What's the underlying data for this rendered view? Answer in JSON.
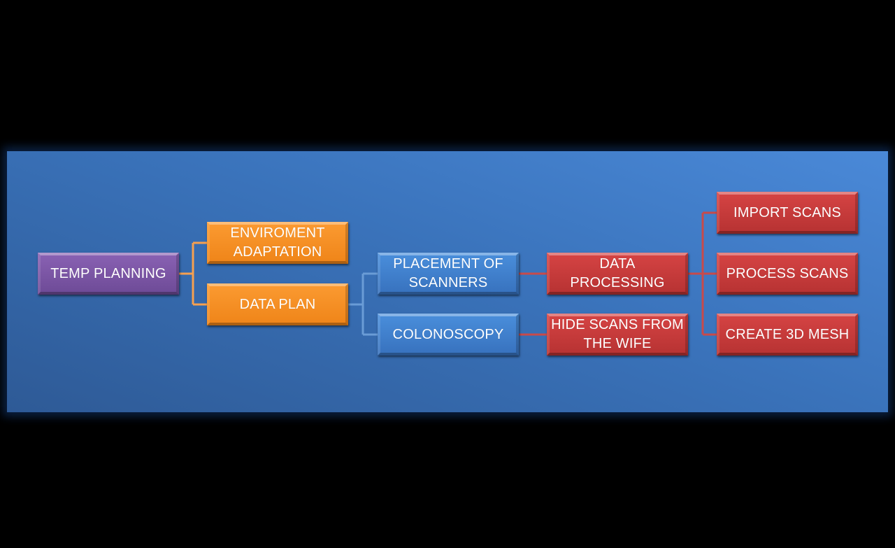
{
  "diagram": {
    "type": "hierarchy",
    "colors": {
      "background": "#000000",
      "panel": "#3a73bb",
      "level_1": "#7a55a6",
      "level_2": "#f58d23",
      "level_3": "#4080cc",
      "level_4": "#c43a3a",
      "connector_orange": "#f5a050",
      "connector_blue": "#6a9cd6",
      "connector_red": "#c84a4a"
    },
    "nodes": {
      "temp_planning": "TEMP PLANNING",
      "enviroment_adaptation": "ENVIROMENT ADAPTATION",
      "data_plan": "DATA PLAN",
      "placement_of_scanners": "PLACEMENT OF SCANNERS",
      "colonoscopy": "COLONOSCOPY",
      "data_processing": "DATA PROCESSING",
      "hide_scans": "HIDE SCANS FROM THE WIFE",
      "import_scans": "IMPORT SCANS",
      "process_scans": "PROCESS SCANS",
      "create_3d_mesh": "CREATE 3D MESH"
    },
    "edges": [
      [
        "temp_planning",
        "enviroment_adaptation"
      ],
      [
        "temp_planning",
        "data_plan"
      ],
      [
        "data_plan",
        "placement_of_scanners"
      ],
      [
        "data_plan",
        "colonoscopy"
      ],
      [
        "placement_of_scanners",
        "data_processing"
      ],
      [
        "colonoscopy",
        "hide_scans"
      ],
      [
        "data_processing",
        "import_scans"
      ],
      [
        "data_processing",
        "process_scans"
      ],
      [
        "data_processing",
        "create_3d_mesh"
      ]
    ]
  }
}
